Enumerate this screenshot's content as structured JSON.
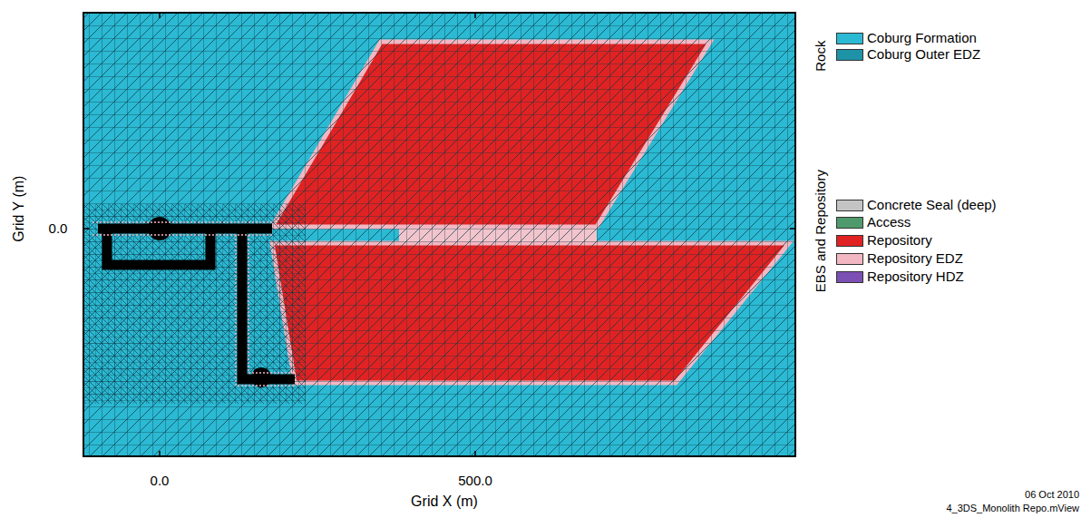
{
  "diagram": {
    "labels": [
      "Rock",
      "EBS and Repository",
      "Grid Y (m)",
      "0.0",
      "0.0",
      "500.0",
      "Grid X (m)",
      "06 Oct 2010",
      "4_3DS_Monolith Repo.mView"
    ],
    "legend": [
      {
        "text": "Coburg Formation",
        "color": "#2bb9d3"
      },
      {
        "text": "Coburg Outer EDZ",
        "color": "#1e93a8"
      },
      {
        "text": "Concrete Seal (deep)",
        "color": "#c4c4c4"
      },
      {
        "text": "Access",
        "color": "#4f9a6c"
      },
      {
        "text": "Repository",
        "color": "#e02222"
      },
      {
        "text": "Repository EDZ",
        "color": "#f2b7c2"
      },
      {
        "text": "Repository HDZ",
        "color": "#7b4fb3"
      }
    ]
  }
}
